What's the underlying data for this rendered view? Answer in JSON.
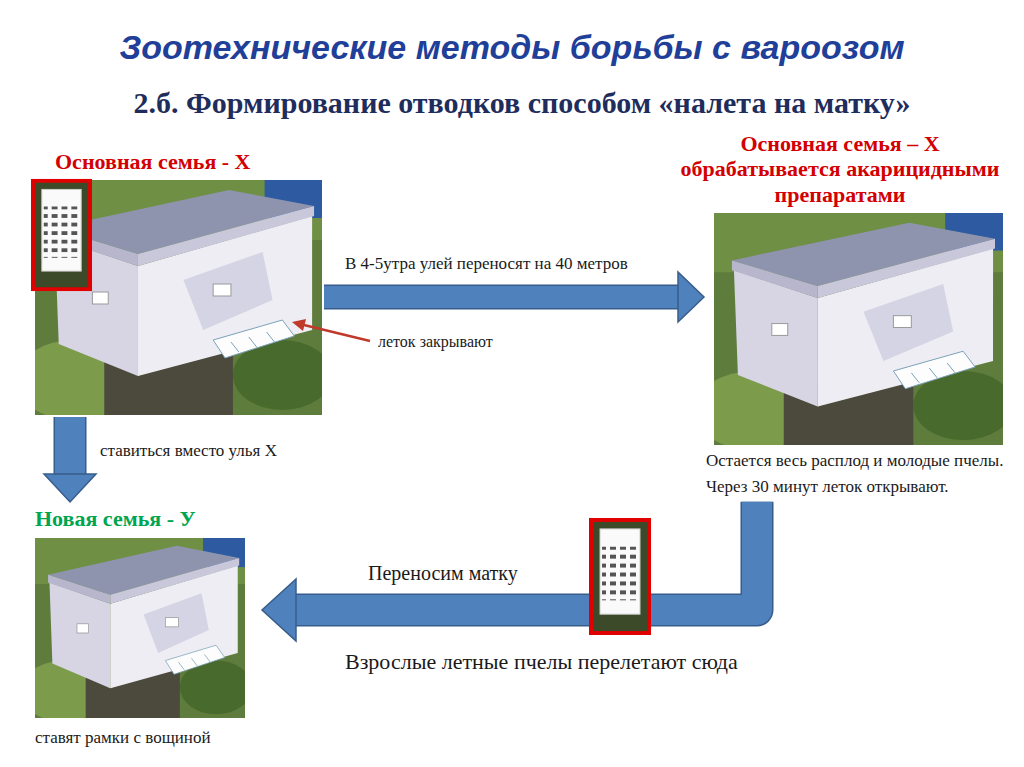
{
  "diagram": {
    "title": "Зоотехнические методы борьбы с вароозом",
    "nodes": [
      {
        "text": [
          "Основная семья - Х"
        ]
      },
      {
        "text": [
          "Основная семья – Х обрабатывается акарицидными препаратами",
          "Остается весь расплод и молодые пчелы.",
          "Через 30 минут леток открывают."
        ]
      },
      {
        "text": [
          "Новая семья - У",
          "ставят рамки с вощиной"
        ]
      }
    ],
    "edges": [
      {
        "from": 0,
        "to": 1,
        "arrow": "to",
        "label": "В 4-5утра улей переносят на 40 метров"
      },
      {
        "from": 0,
        "to": 2,
        "arrow": "to",
        "label": "ставиться вместо улья Х"
      },
      {
        "from": 1,
        "to": 2,
        "arrow": "to",
        "label": "Переносим матку"
      }
    ],
    "labels": [
      "2.б. Формирование отводков способом «налета на матку»",
      "леток закрывают",
      "Взрослые летные пчелы перелетают сюда"
    ]
  }
}
